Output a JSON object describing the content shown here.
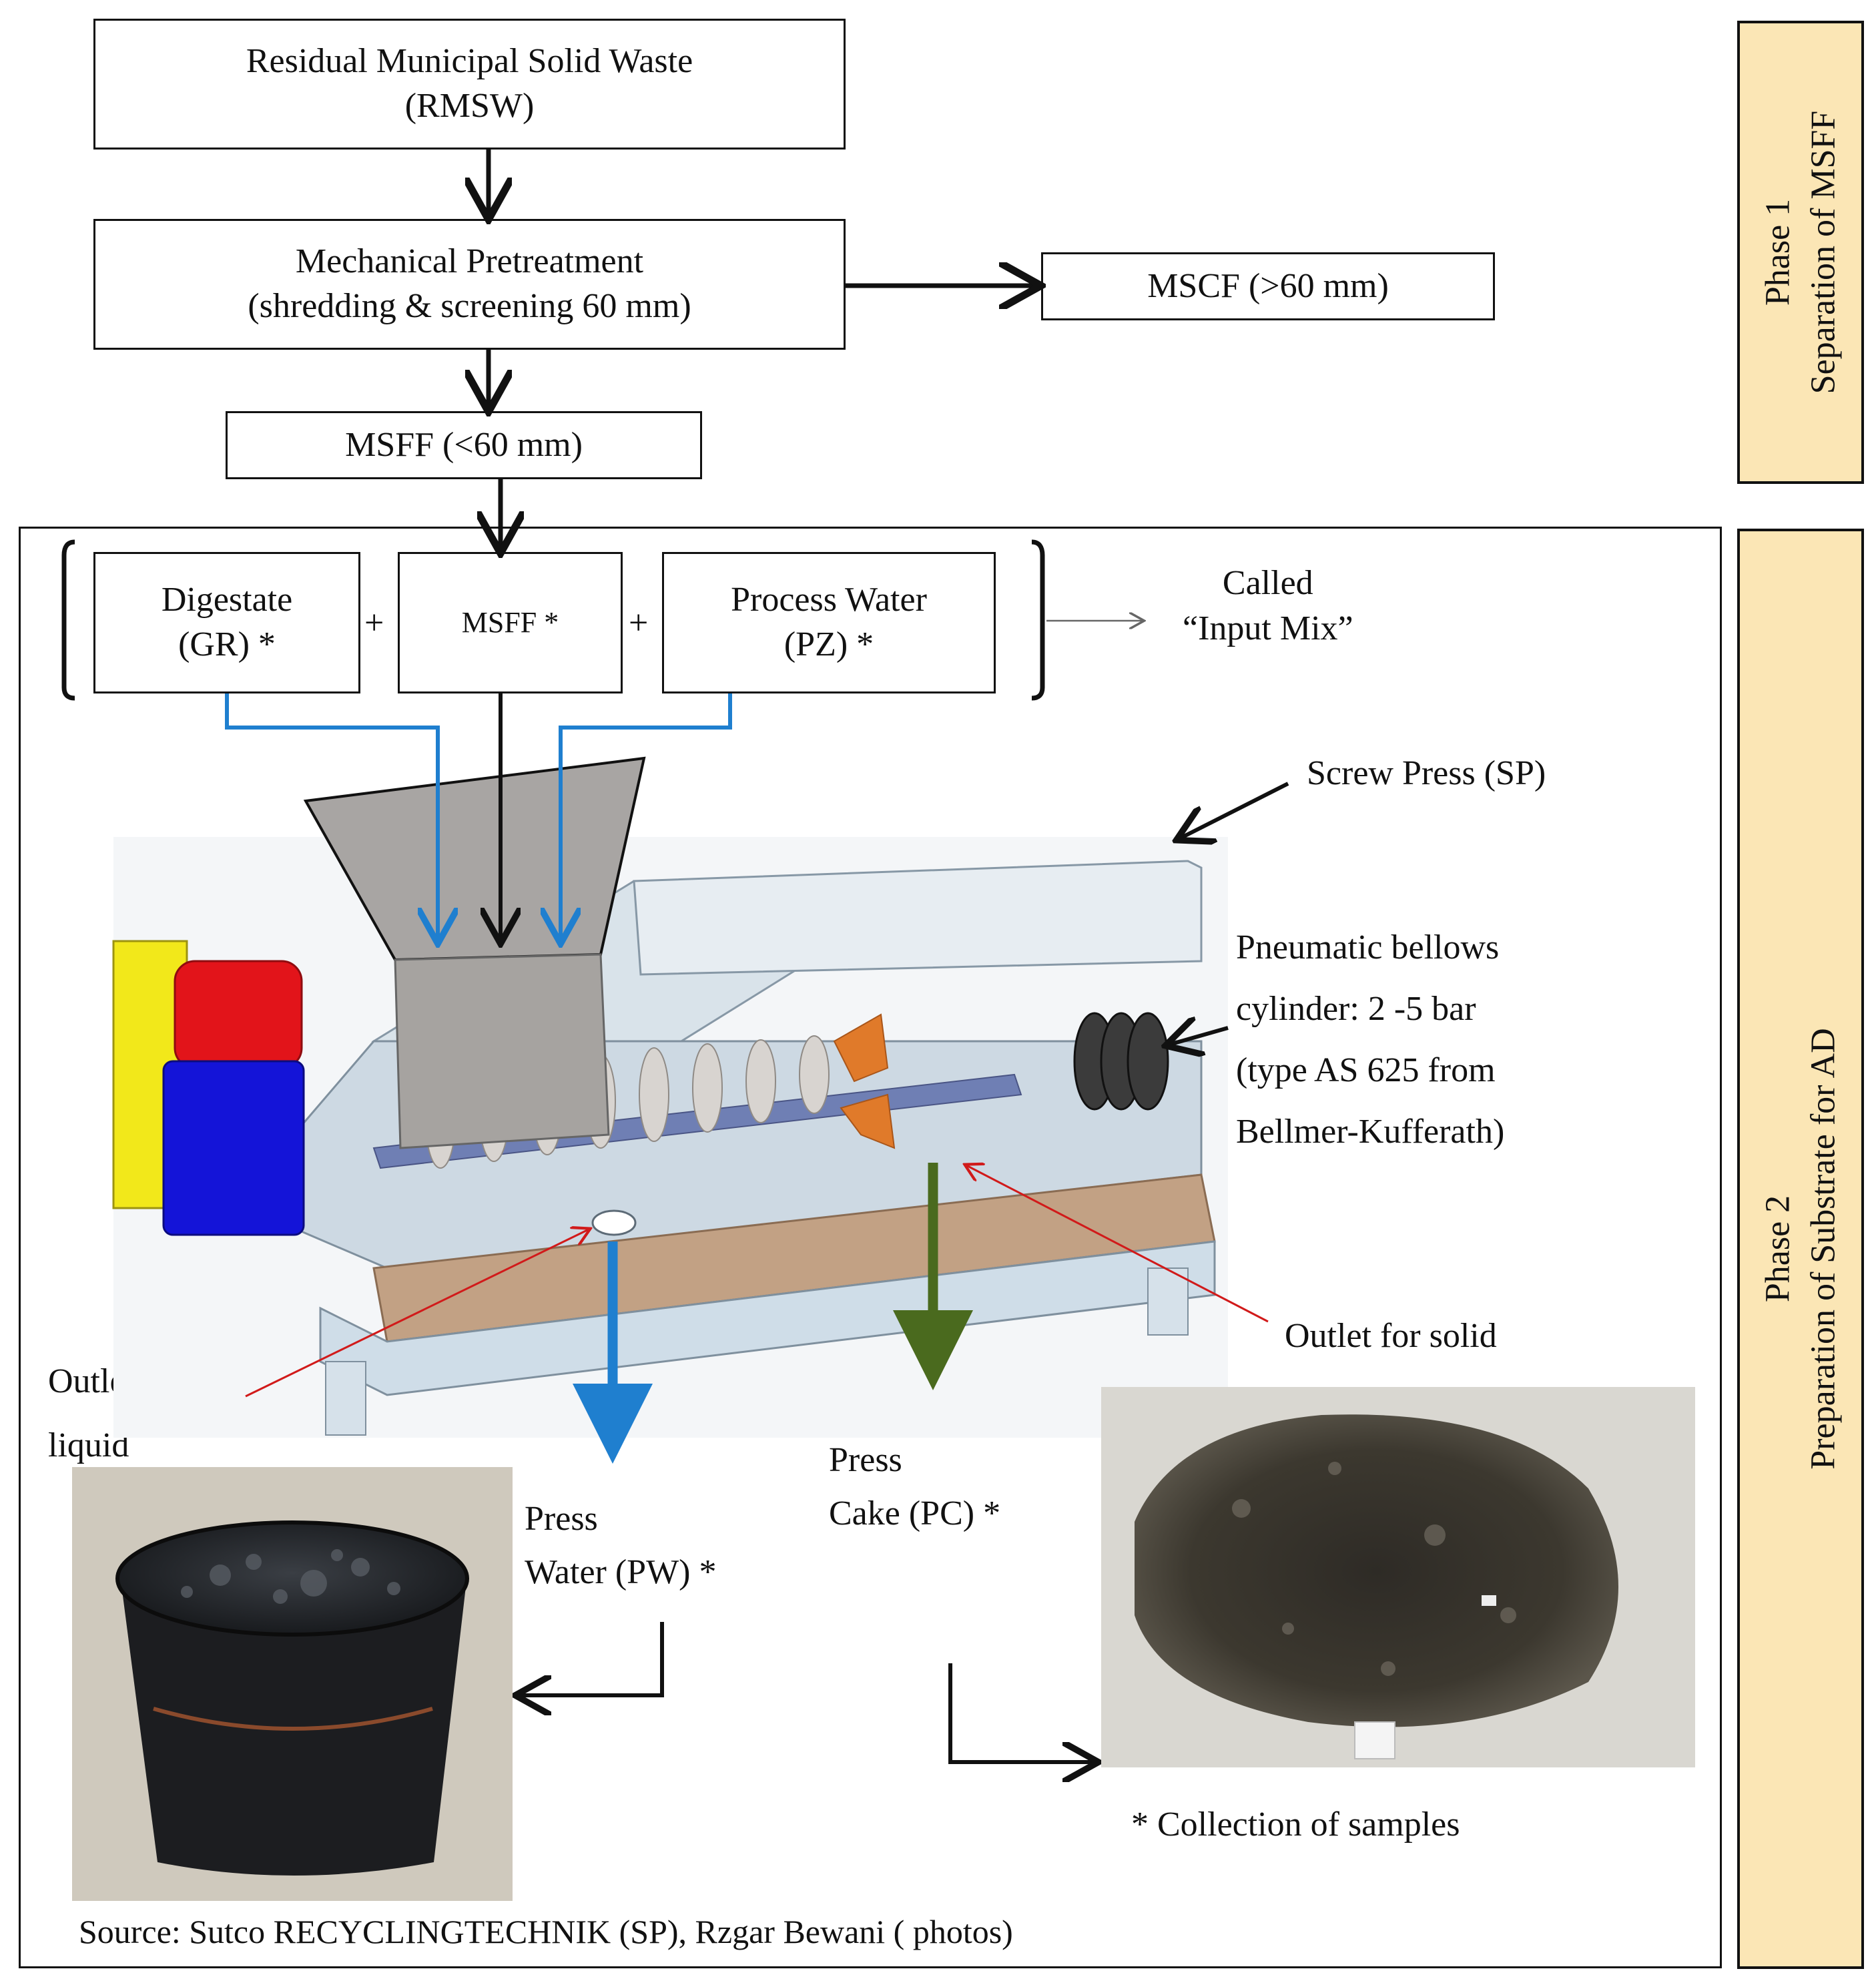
{
  "flow": {
    "rmsw_line1": "Residual Municipal Solid Waste",
    "rmsw_line2": "(RMSW)",
    "mech_line1": "Mechanical Pretreatment",
    "mech_line2": "(shredding & screening 60 mm)",
    "mscf": "MSCF (>60 mm)",
    "msff": "MSFF (<60 mm)"
  },
  "input_mix": {
    "digestate_line1": "Digestate",
    "digestate_line2": "(GR) *",
    "msff": "MSFF *",
    "process_water_line1": "Process Water",
    "process_water_line2": "(PZ) *",
    "plus": "+",
    "called_line1": "Called",
    "called_line2": "“Input Mix”"
  },
  "labels": {
    "screw_press": "Screw Press (SP)",
    "bellows_line1": "Pneumatic bellows",
    "bellows_line2": "cylinder: 2 -5 bar",
    "bellows_line3": "(type AS 625 from",
    "bellows_line4": "Bellmer-Kufferath)",
    "outlet_solid": "Outlet for solid",
    "outlet_liquid_line1": "Outlet for",
    "outlet_liquid_line2": "liquid",
    "press_cake_line1": "Press",
    "press_cake_line2": "Cake (PC) *",
    "press_water_line1": "Press",
    "press_water_line2": "Water (PW) *",
    "collection": "* Collection of samples",
    "source": "Source: Sutco RECYCLINGTECHNIK (SP), Rzgar Bewani ( photos)"
  },
  "phases": {
    "phase1_line1": "Phase 1",
    "phase1_line2": "Separation of MSFF",
    "phase2_line1": "Phase 2",
    "phase2_line2": "Preparation of Substrate for AD"
  },
  "colors": {
    "liquid_arrow": "#1f7fcf",
    "solid_arrow": "#4a6a1e",
    "pointer_red": "#d11a1a",
    "phase_fill": "#fbe6b5"
  }
}
